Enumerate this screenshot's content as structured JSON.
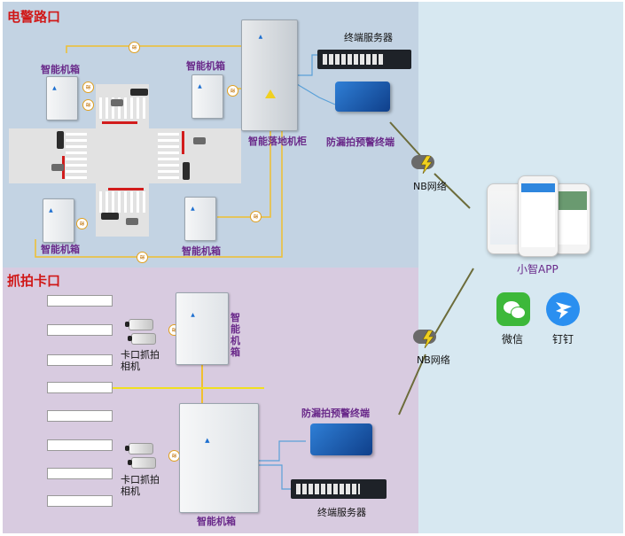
{
  "sections": {
    "top_title": "电警路口",
    "bottom_title": "抓拍卡口"
  },
  "top": {
    "cabinet_tl": "智能机箱",
    "cabinet_tr": "智能机箱",
    "cabinet_bl": "智能机箱",
    "cabinet_br": "智能机箱",
    "floor_cabinet": "智能落地机柜",
    "terminal_server": "终端服务器",
    "alert_terminal": "防漏拍预警终端"
  },
  "bottom": {
    "cabinet_upper": "智能机箱",
    "camera_upper": "卡口抓拍相机",
    "camera_lower": "卡口抓拍相机",
    "cabinet_lower": "智能机箱",
    "alert_terminal": "防漏拍预警终端",
    "terminal_server": "终端服务器"
  },
  "network": {
    "nb_top": "NB网络",
    "nb_bottom": "NB网络"
  },
  "apps": {
    "xiaozhi": "小智APP",
    "wechat": "微信",
    "dingtalk": "钉钉"
  },
  "colors": {
    "red_title": "#d01818",
    "purple_label": "#6a2a8a",
    "top_bg": "#c3d3e3",
    "bottom_bg": "#d8cbe0",
    "right_bg": "#d7e8f1",
    "link_yellow": "#f0c030",
    "link_blue": "#5aa0d8"
  },
  "icons": {
    "network": "lightning-cloud-icon",
    "wechat": "wechat-icon",
    "dingtalk": "dingtalk-icon",
    "wireless": "wireless-icon"
  }
}
